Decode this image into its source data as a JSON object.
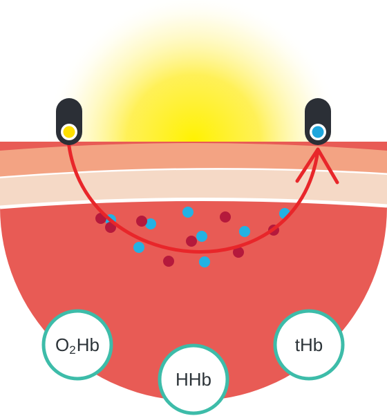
{
  "labels": {
    "o2hb_main": "O",
    "o2hb_sub": "2",
    "o2hb_tail": "Hb",
    "hhb": "HHb",
    "thb": "tHb"
  },
  "colors": {
    "glow": "#ffe93a",
    "skin_outer": "#f3a383",
    "skin_inner": "#f5d9c6",
    "tissue": "#e85b55",
    "path": "#e8262a",
    "sensor": "#2b2f36",
    "emitter": "#ffe000",
    "detector": "#1ea6dd",
    "oxy_cell": "#b5193c",
    "deoxy_cell": "#23b2e3",
    "bubble_ring": "#3dbca9"
  },
  "icons": {
    "source": "light-emitter-icon",
    "detector": "light-detector-icon"
  }
}
